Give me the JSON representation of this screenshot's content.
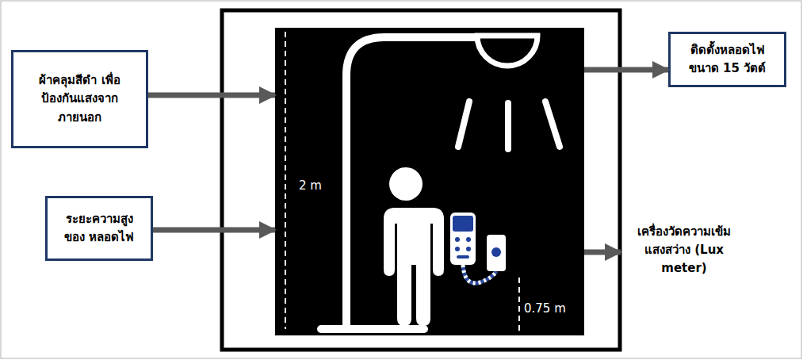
{
  "diagram": {
    "nodes": [
      {
        "text": [
          "ผ้าคลุมสีดำ เพื่อป้องกันแสงจาก ภายนอก"
        ]
      },
      {
        "text": [
          "ระยะความสูงของ หลอดไฟ"
        ]
      },
      {
        "text": [
          "2 m",
          "0.75 m"
        ]
      },
      {
        "text": [
          "ติดตั้งหลอดไฟ ขนาด 15 วัตต์"
        ]
      },
      {
        "text": [
          "เครื่องวัดความเข้ม แสงสว่าง (Lux meter)"
        ]
      }
    ],
    "edges": [
      {
        "from": 0,
        "to": 2,
        "arrow": "to"
      },
      {
        "from": 1,
        "to": 2,
        "arrow": "to"
      },
      {
        "from": 2,
        "to": 3,
        "arrow": "to"
      },
      {
        "from": 2,
        "to": 4,
        "arrow": "to"
      }
    ]
  }
}
